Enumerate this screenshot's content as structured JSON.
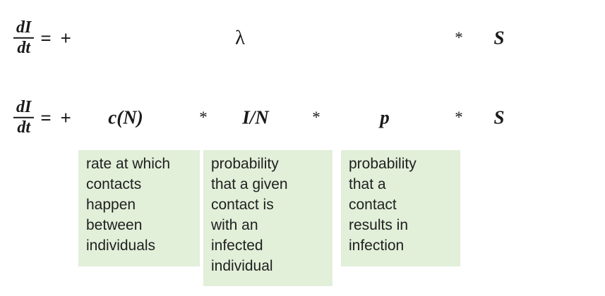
{
  "colors": {
    "background": "#ffffff",
    "highlight_green": "#e2efd9",
    "equation_text": "#1a1a1a",
    "annotation_text": "#1f1f1f"
  },
  "equation_lambda_row": {
    "lhs_numerator": "dI",
    "lhs_denominator": "dt",
    "equals_plus": "= +",
    "lambda": "λ",
    "star1": "*",
    "susceptible": "S"
  },
  "equation_expanded_row": {
    "lhs_numerator": "dI",
    "lhs_denominator": "dt",
    "equals_plus": "= +",
    "contact_rate": "c(N)",
    "star1": "*",
    "infected_fraction": "I/N",
    "star2": "*",
    "transmission_probability": "p",
    "star3": "*",
    "susceptible": "S"
  },
  "annotations": [
    {
      "term": "c(N)",
      "text": "rate at which\ncontacts\nhappen\nbetween\nindividuals"
    },
    {
      "term": "I/N",
      "text": "probability\nthat a given\ncontact is\nwith an\ninfected\nindividual"
    },
    {
      "term": "p",
      "text": "probability\nthat a\ncontact\nresults in\ninfection"
    }
  ]
}
